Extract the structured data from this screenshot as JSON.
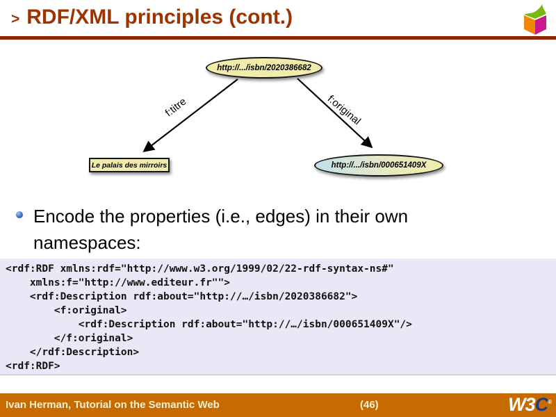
{
  "header": {
    "bullet_mark": ">",
    "title": "RDF/XML principles (cont.)"
  },
  "diagram": {
    "top_node": "http://.../isbn/2020386682",
    "literal_node": "Le palais des mirroirs",
    "right_node": "http://.../isbn/000651409X",
    "edge_left_label": "f:titre",
    "edge_right_label": "f:original"
  },
  "bullet": {
    "text": "Encode the properties (i.e., edges) in their own namespaces:"
  },
  "code": {
    "content": "<rdf:RDF xmlns:rdf=\"http://www.w3.org/1999/02/22-rdf-syntax-ns#\"\n    xmlns:f=\"http://www.editeur.fr\"\">\n    <rdf:Description rdf:about=\"http://…/isbn/2020386682\">\n        <f:original>\n            <rdf:Description rdf:about=\"http://…/isbn/000651409X\"/>\n        </f:original>\n    </rdf:Description>\n<rdf:RDF>"
  },
  "footer": {
    "author": "Ivan Herman, Tutorial on the Semantic Web",
    "page_number": "(46)",
    "w3c_w3": "W3",
    "w3c_c": "C",
    "w3c_reg": "®"
  },
  "colors": {
    "title_red": "#9e3300",
    "rule_red": "#8e2400",
    "code_background": "#e8e8f6",
    "code_text": "#121212",
    "footer_orange": "#c76a00",
    "footer_text_cream": "#f6f0d2",
    "w3c_blue": "#1e3a8a",
    "node_cream": "#f1eca9",
    "node_blue": "#c3dfee",
    "cube_orange": "#ef8800",
    "cube_magenta": "#c9188c",
    "cube_green": "#7cb80c"
  }
}
